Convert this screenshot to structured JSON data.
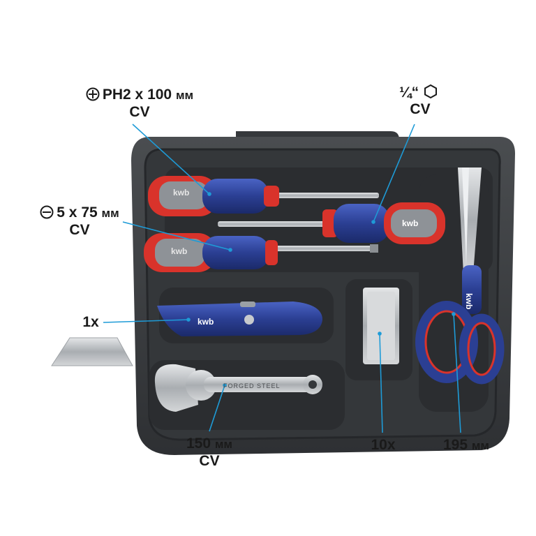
{
  "labels": {
    "phillips": {
      "size": "PH2 x 100",
      "unit": "мм",
      "material": "CV"
    },
    "hex": {
      "size": "¼“",
      "material": "CV"
    },
    "slotted": {
      "size": "5 x 75",
      "unit": "мм",
      "material": "CV"
    },
    "knife_count": "1x",
    "wrench": {
      "size": "150",
      "unit": "мм",
      "material": "CV"
    },
    "blades_count": "10x",
    "scissors": {
      "size": "195",
      "unit": "мм"
    }
  },
  "brand": {
    "logo_text": "kwb",
    "wrench_engraving": "FORGED STEEL"
  },
  "colors": {
    "case": "#3b3e41",
    "handle_blue": "#2b3f93",
    "handle_red": "#d9332b",
    "callout_line": "#1e9bd7",
    "steel": "#b9bcbf"
  }
}
